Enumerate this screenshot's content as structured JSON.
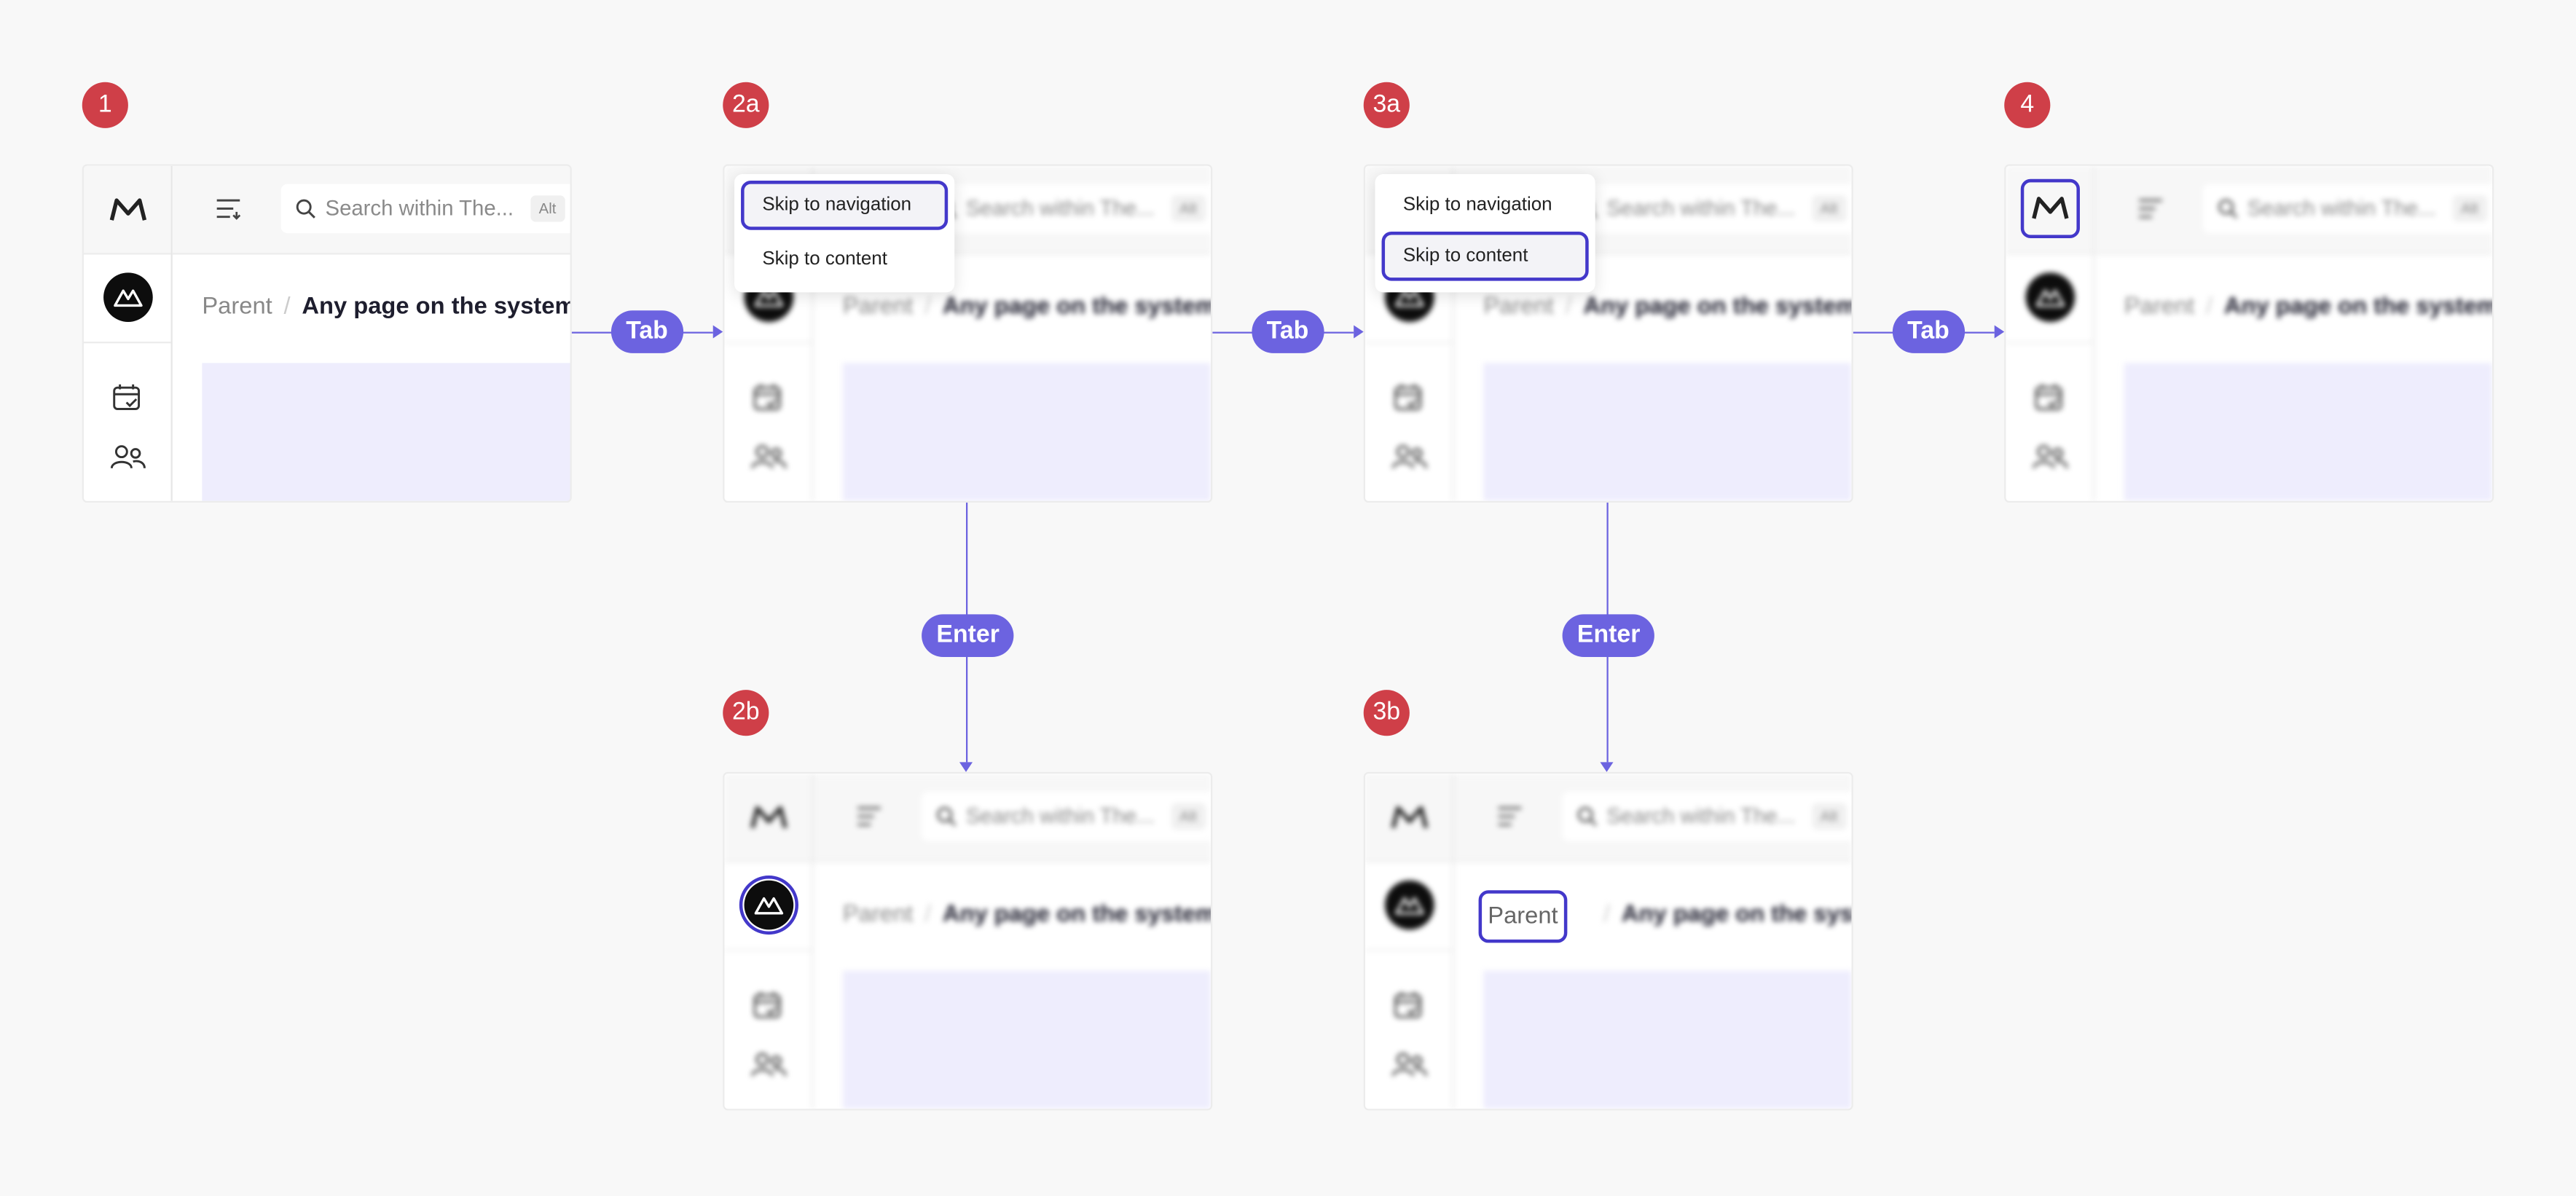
{
  "steps": {
    "s1": "1",
    "s2a": "2a",
    "s3a": "3a",
    "s4": "4",
    "s2b": "2b",
    "s3b": "3b"
  },
  "frame": {
    "search_placeholder": "Search within The...",
    "search_shortcut": "Alt",
    "breadcrumb_parent": "Parent",
    "breadcrumb_separator": "/",
    "breadcrumb_page": "Any page on the system"
  },
  "skip_menu": {
    "to_navigation": "Skip to navigation",
    "to_content": "Skip to content"
  },
  "transitions": {
    "tab": "Tab",
    "enter": "Enter"
  },
  "colors": {
    "badge": "#cf3f48",
    "accent": "#6c63e0",
    "focus": "#4338ca",
    "content": "#eeedfd"
  },
  "icons": [
    "logo-m-icon",
    "menu-icon",
    "search-icon",
    "avatar-icon",
    "calendar-icon",
    "people-icon"
  ]
}
